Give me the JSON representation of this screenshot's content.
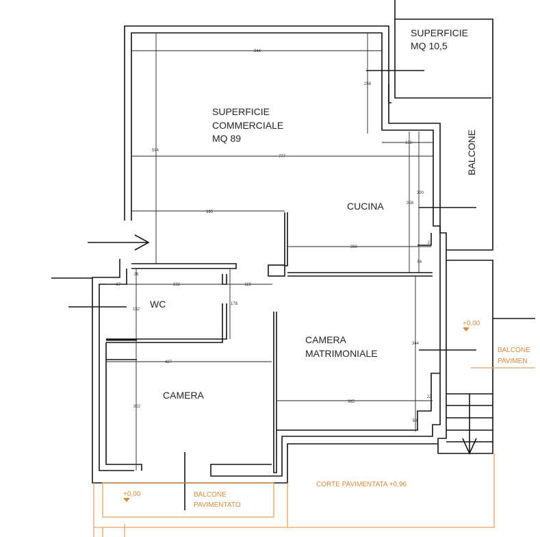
{
  "rooms": {
    "superficie_commerciale": [
      "SUPERFICIE",
      "COMMERCIALE",
      "MQ 89"
    ],
    "superficie_balcone": [
      "SUPERFICIE",
      "MQ 10,5"
    ],
    "cucina": "CUCINA",
    "wc": "WC",
    "camera_matrimoniale": [
      "CAMERA",
      "MATRIMONIALE"
    ],
    "camera": "CAMERA",
    "balcone": "BALCONE"
  },
  "exterior": {
    "balcone_pavimentato_bottom": [
      "BALCONE",
      "PAVIMENTATO"
    ],
    "balcone_pavimentato_right": [
      "BALCONE",
      "PAVIMEN"
    ],
    "corte": "CORTE PAVIMENTATA +0,96",
    "level_bottom": "+0,00",
    "level_right": "+0,00"
  },
  "dimensions": {
    "d844": "844",
    "d258": "258",
    "d133": "133",
    "d777": "777",
    "d594": "594",
    "d300": "300",
    "d358": "358",
    "d395": "395",
    "d350": "350",
    "d21": "21",
    "d56": "56",
    "d26": "26",
    "d67": "67",
    "d232": "232",
    "d119": "119",
    "d178": "178",
    "d152": "152",
    "d427": "427",
    "d344": "344",
    "d385": "385",
    "d22": "22",
    "d50": "50",
    "d322": "322"
  },
  "colors": {
    "walls": "#111111",
    "exterior": "#e3a564"
  }
}
